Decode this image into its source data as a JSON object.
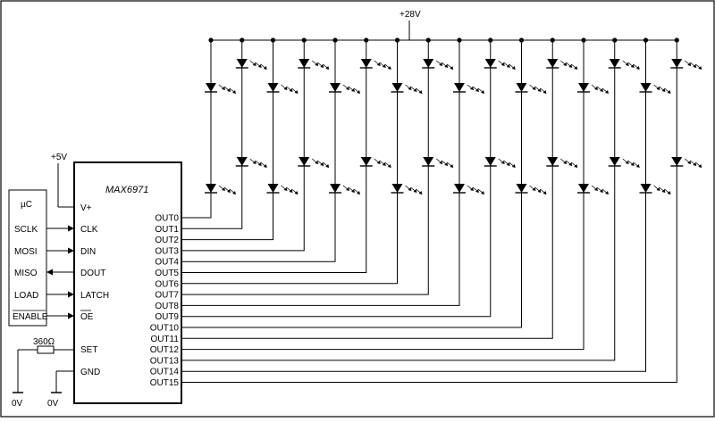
{
  "supply": {
    "v28": "+28V",
    "v5": "+5V"
  },
  "chip": {
    "name": "MAX6971",
    "left_pins": [
      "V+",
      "CLK",
      "DIN",
      "DOUT",
      "LATCH",
      "OE",
      "SET",
      "GND"
    ],
    "outputs": [
      "OUT0",
      "OUT1",
      "OUT2",
      "OUT3",
      "OUT4",
      "OUT5",
      "OUT6",
      "OUT7",
      "OUT8",
      "OUT9",
      "OUT10",
      "OUT11",
      "OUT12",
      "OUT13",
      "OUT14",
      "OUT15"
    ]
  },
  "mcu": {
    "name": "µC",
    "pins": [
      "SCLK",
      "MOSI",
      "MISO",
      "LOAD",
      "ENABLE"
    ]
  },
  "resistor": {
    "value": "360Ω"
  },
  "ground": {
    "left": "0V",
    "right": "0V"
  },
  "colors": {
    "line": "#000000",
    "background": "#ffffff"
  }
}
